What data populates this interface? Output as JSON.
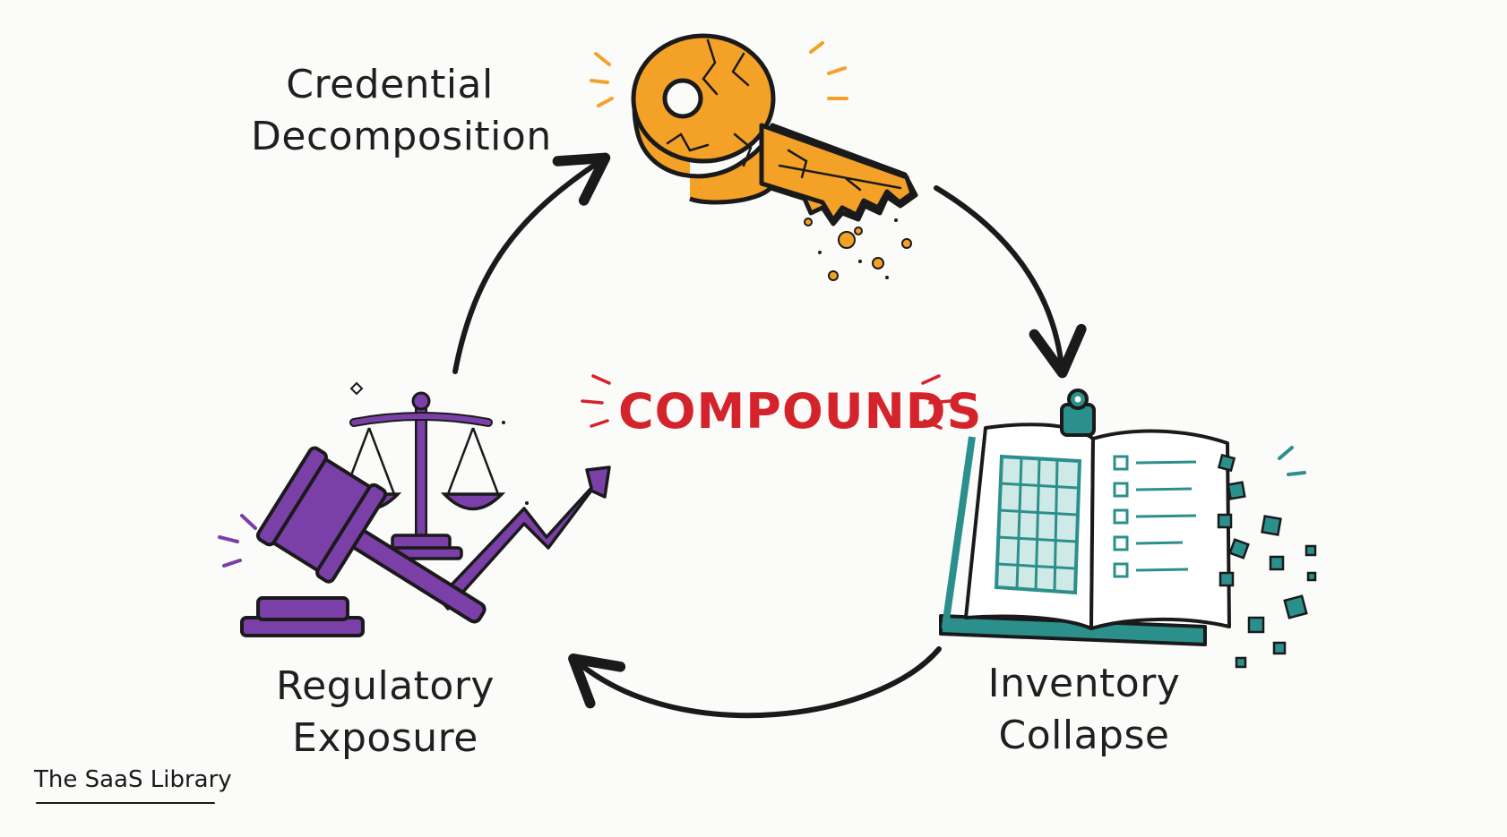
{
  "diagram": {
    "center_label": "COMPOUNDS",
    "nodes": [
      {
        "id": "credential",
        "lines": [
          "Credential",
          "Decomposition"
        ],
        "icon": "cracked-key-icon",
        "color": "#f4a128"
      },
      {
        "id": "inventory",
        "lines": [
          "Inventory",
          "Collapse"
        ],
        "icon": "crumbling-ledger-icon",
        "color": "#2b8f8c"
      },
      {
        "id": "regulatory",
        "lines": [
          "Regulatory",
          "Exposure"
        ],
        "icon": "gavel-scales-icon",
        "color": "#7b3fa8"
      }
    ],
    "cycle_direction": "clockwise"
  },
  "footer": {
    "brand": "The SaaS Library"
  },
  "colors": {
    "accent_red": "#d4232b",
    "ink": "#1a1a1a",
    "background": "#fbfbfa"
  }
}
